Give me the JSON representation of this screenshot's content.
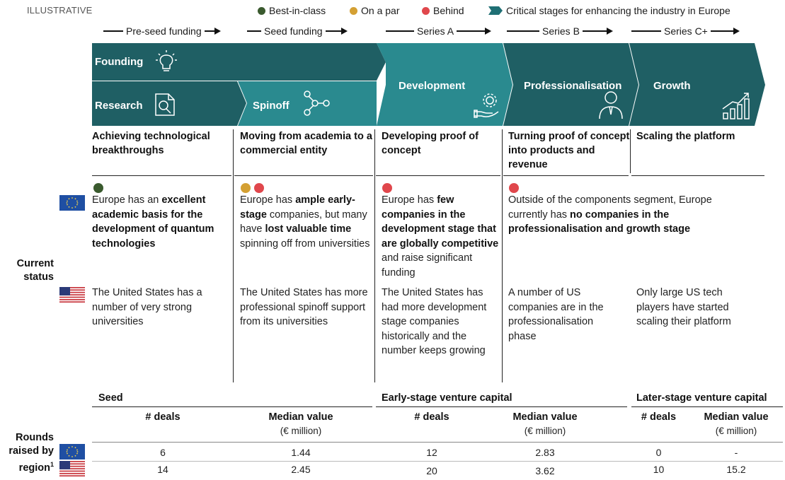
{
  "illustrative": "ILLUSTRATIVE",
  "legend": [
    {
      "label": "Best-in-class",
      "color": "#3a5a2e"
    },
    {
      "label": "On a par",
      "color": "#d4a033"
    },
    {
      "label": "Behind",
      "color": "#e0474c"
    },
    {
      "label": "Critical stages for enhancing the industry in Europe",
      "color": "#1f6f74"
    }
  ],
  "funding": [
    "Pre-seed funding",
    "Seed funding",
    "Series A",
    "Series B",
    "Series C+"
  ],
  "stages": {
    "founding": "Founding",
    "research": "Research",
    "spinoff": "Spinoff",
    "development": "Development",
    "professionalisation": "Professionalisation",
    "growth": "Growth"
  },
  "stage_titles": [
    "Achieving technological breakthroughs",
    "Moving from academia to a commercial entity",
    "Developing proof of concept",
    "Turning proof of concept into products and revenue",
    "Scaling the platform"
  ],
  "colors": {
    "dark_teal": "#1f5f64",
    "mid_teal": "#2a8a8f",
    "green": "#3a5a2e",
    "yellow": "#d4a033",
    "red": "#e0474c"
  },
  "current_status": {
    "label": "Current status",
    "europe": {
      "c1": {
        "pre": "Europe has an ",
        "bold": "excellent academic basis for the development of quantum technologies",
        "post": ""
      },
      "c2": {
        "pre": "Europe has ",
        "bold": "ample early-stage",
        "mid": " companies, but many have ",
        "bold2": "lost valuable time",
        "post": " spinning off from universities"
      },
      "c3": {
        "pre": "Europe has ",
        "bold": "few companies in the development stage that are globally competitive",
        "post": " and raise significant funding"
      },
      "c4": {
        "pre": "Outside of the components segment, Europe currently has ",
        "bold": "no companies in the professionalisation and growth stage",
        "post": ""
      }
    },
    "us": {
      "c1": "The United States has a number of very strong universities",
      "c2": "The United States has more professional spinoff support from its universities",
      "c3": "The United States has had more development stage companies historically and the number keeps growing",
      "c4": "A number of US companies are in the professionalisation phase",
      "c5": "Only large US tech players have started scaling their platform"
    }
  },
  "rounds": {
    "label_line1": "Rounds",
    "label_line2": "raised by",
    "label_line3": "region",
    "footnote": "1",
    "sections": [
      "Seed",
      "Early-stage venture capital",
      "Later-stage venture capital"
    ],
    "deals_header": "# deals",
    "median_header": "Median value",
    "median_sub": "(€ million)",
    "europe": [
      "6",
      "1.44",
      "12",
      "2.83",
      "0",
      "-"
    ],
    "us": [
      "14",
      "2.45",
      "20",
      "3.62",
      "10",
      "15.2"
    ]
  }
}
